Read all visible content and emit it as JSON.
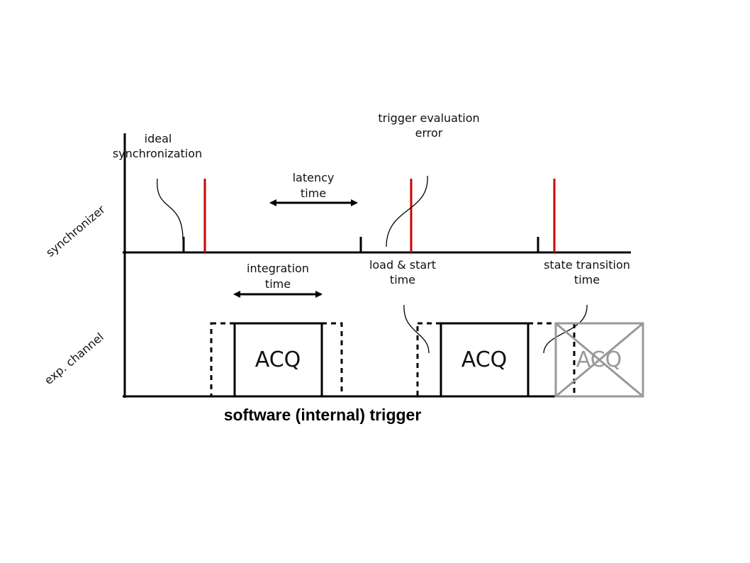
{
  "labels": {
    "synchronizer": "synchronizer",
    "exp_channel": "exp. channel",
    "ideal_sync_1": "ideal",
    "ideal_sync_2": "synchronization",
    "latency_1": "latency",
    "latency_2": "time",
    "trigger_eval_1": "trigger evaluation",
    "trigger_eval_2": "error",
    "integration_1": "integration",
    "integration_2": "time",
    "load_start_1": "load & start",
    "load_start_2": "time",
    "state_transition_1": "state transition",
    "state_transition_2": "time",
    "acq_1": "ACQ",
    "acq_2": "ACQ",
    "acq_3": "ACQ",
    "title": "software (internal) trigger"
  },
  "colors": {
    "axis": "#000000",
    "trigger_red": "#cc0000",
    "cancelled_gray": "#999999"
  }
}
